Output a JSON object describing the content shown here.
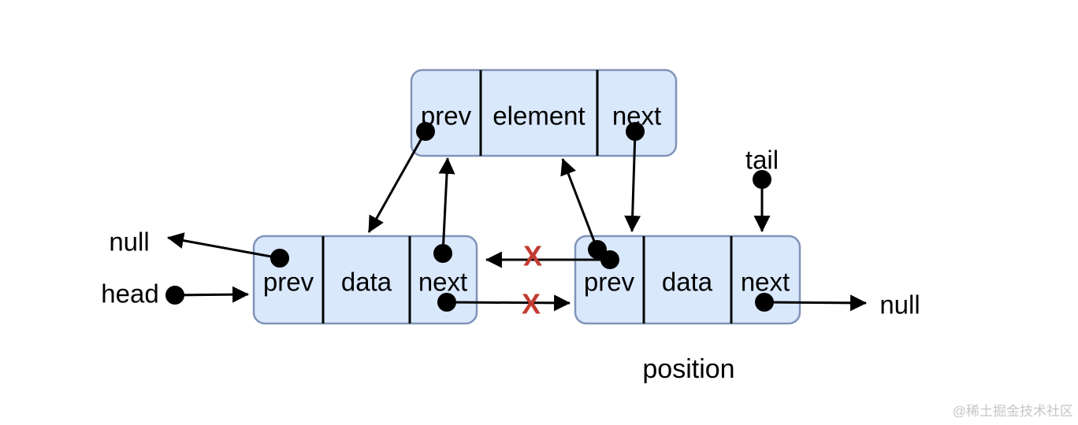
{
  "colors": {
    "background": "#ffffff",
    "node_fill": "#dae8fc",
    "node_stroke": "#8094b8",
    "ink": "#000000",
    "cross": "#c23b31",
    "watermark": "#c6c6c6"
  },
  "nodes": {
    "new_node": {
      "cells": [
        "prev",
        "element",
        "next"
      ]
    },
    "left_node": {
      "cells": [
        "prev",
        "data",
        "next"
      ]
    },
    "position_node": {
      "cells": [
        "prev",
        "data",
        "next"
      ]
    }
  },
  "labels": {
    "null_left": "null",
    "head": "head",
    "tail": "tail",
    "null_right": "null",
    "position": "position"
  },
  "cross_mark": "X",
  "watermark": "@稀土掘金技术社区"
}
